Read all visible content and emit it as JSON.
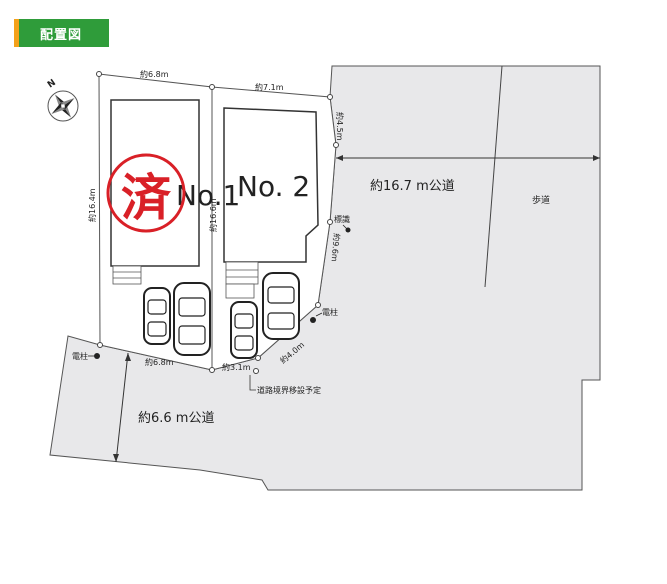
{
  "header": {
    "title": "配置図"
  },
  "compass": {
    "north_label": "N"
  },
  "lots": {
    "lot1": {
      "label": "No.1",
      "stamp": "済"
    },
    "lot2": {
      "label": "No. 2"
    }
  },
  "dimensions": {
    "lot1_top": "約6.8m",
    "lot2_top": "約7.1m",
    "lot1_left": "約16.4m",
    "lot_middle": "約16.6m",
    "right_top": "約4.5m",
    "right_mid": "約9.6m",
    "corner": "約4.0m",
    "lot1_bottom": "約6.8m",
    "lot2_bottom": "約3.1m"
  },
  "roads": {
    "right_road": "約16.7 m公道",
    "bottom_road": "約6.6 m公道",
    "sidewalk": "歩道"
  },
  "markers": {
    "signpost": "標識",
    "pole_right": "電柱",
    "pole_left": "電柱",
    "boundary_note": "道路境界移設予定"
  }
}
